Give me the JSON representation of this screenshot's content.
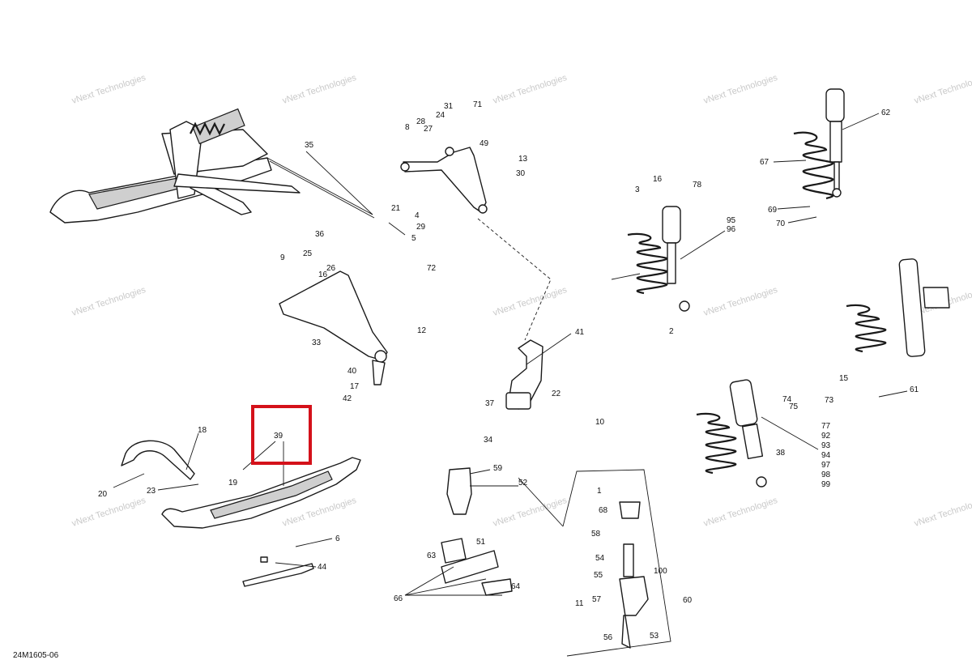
{
  "diagram_ref": "24M1605-06",
  "watermark": "vNext Technologies",
  "highlight_color": "#d4111a",
  "highlight_label": "39",
  "callouts": [
    "62",
    "67",
    "69",
    "70",
    "73",
    "15",
    "61",
    "74",
    "75",
    "77",
    "92",
    "93",
    "94",
    "97",
    "98",
    "99",
    "38",
    "2",
    "16",
    "3",
    "78",
    "95",
    "96",
    "8",
    "28",
    "27",
    "24",
    "31",
    "71",
    "49",
    "13",
    "30",
    "35",
    "21",
    "4",
    "29",
    "5",
    "72",
    "36",
    "25",
    "9",
    "16",
    "26",
    "12",
    "33",
    "40",
    "17",
    "42",
    "41",
    "37",
    "22",
    "10",
    "34",
    "59",
    "52",
    "1",
    "68",
    "58",
    "54",
    "55",
    "100",
    "11",
    "57",
    "60",
    "56",
    "53",
    "51",
    "63",
    "64",
    "66",
    "6",
    "44",
    "19",
    "20",
    "23",
    "18",
    "39"
  ]
}
